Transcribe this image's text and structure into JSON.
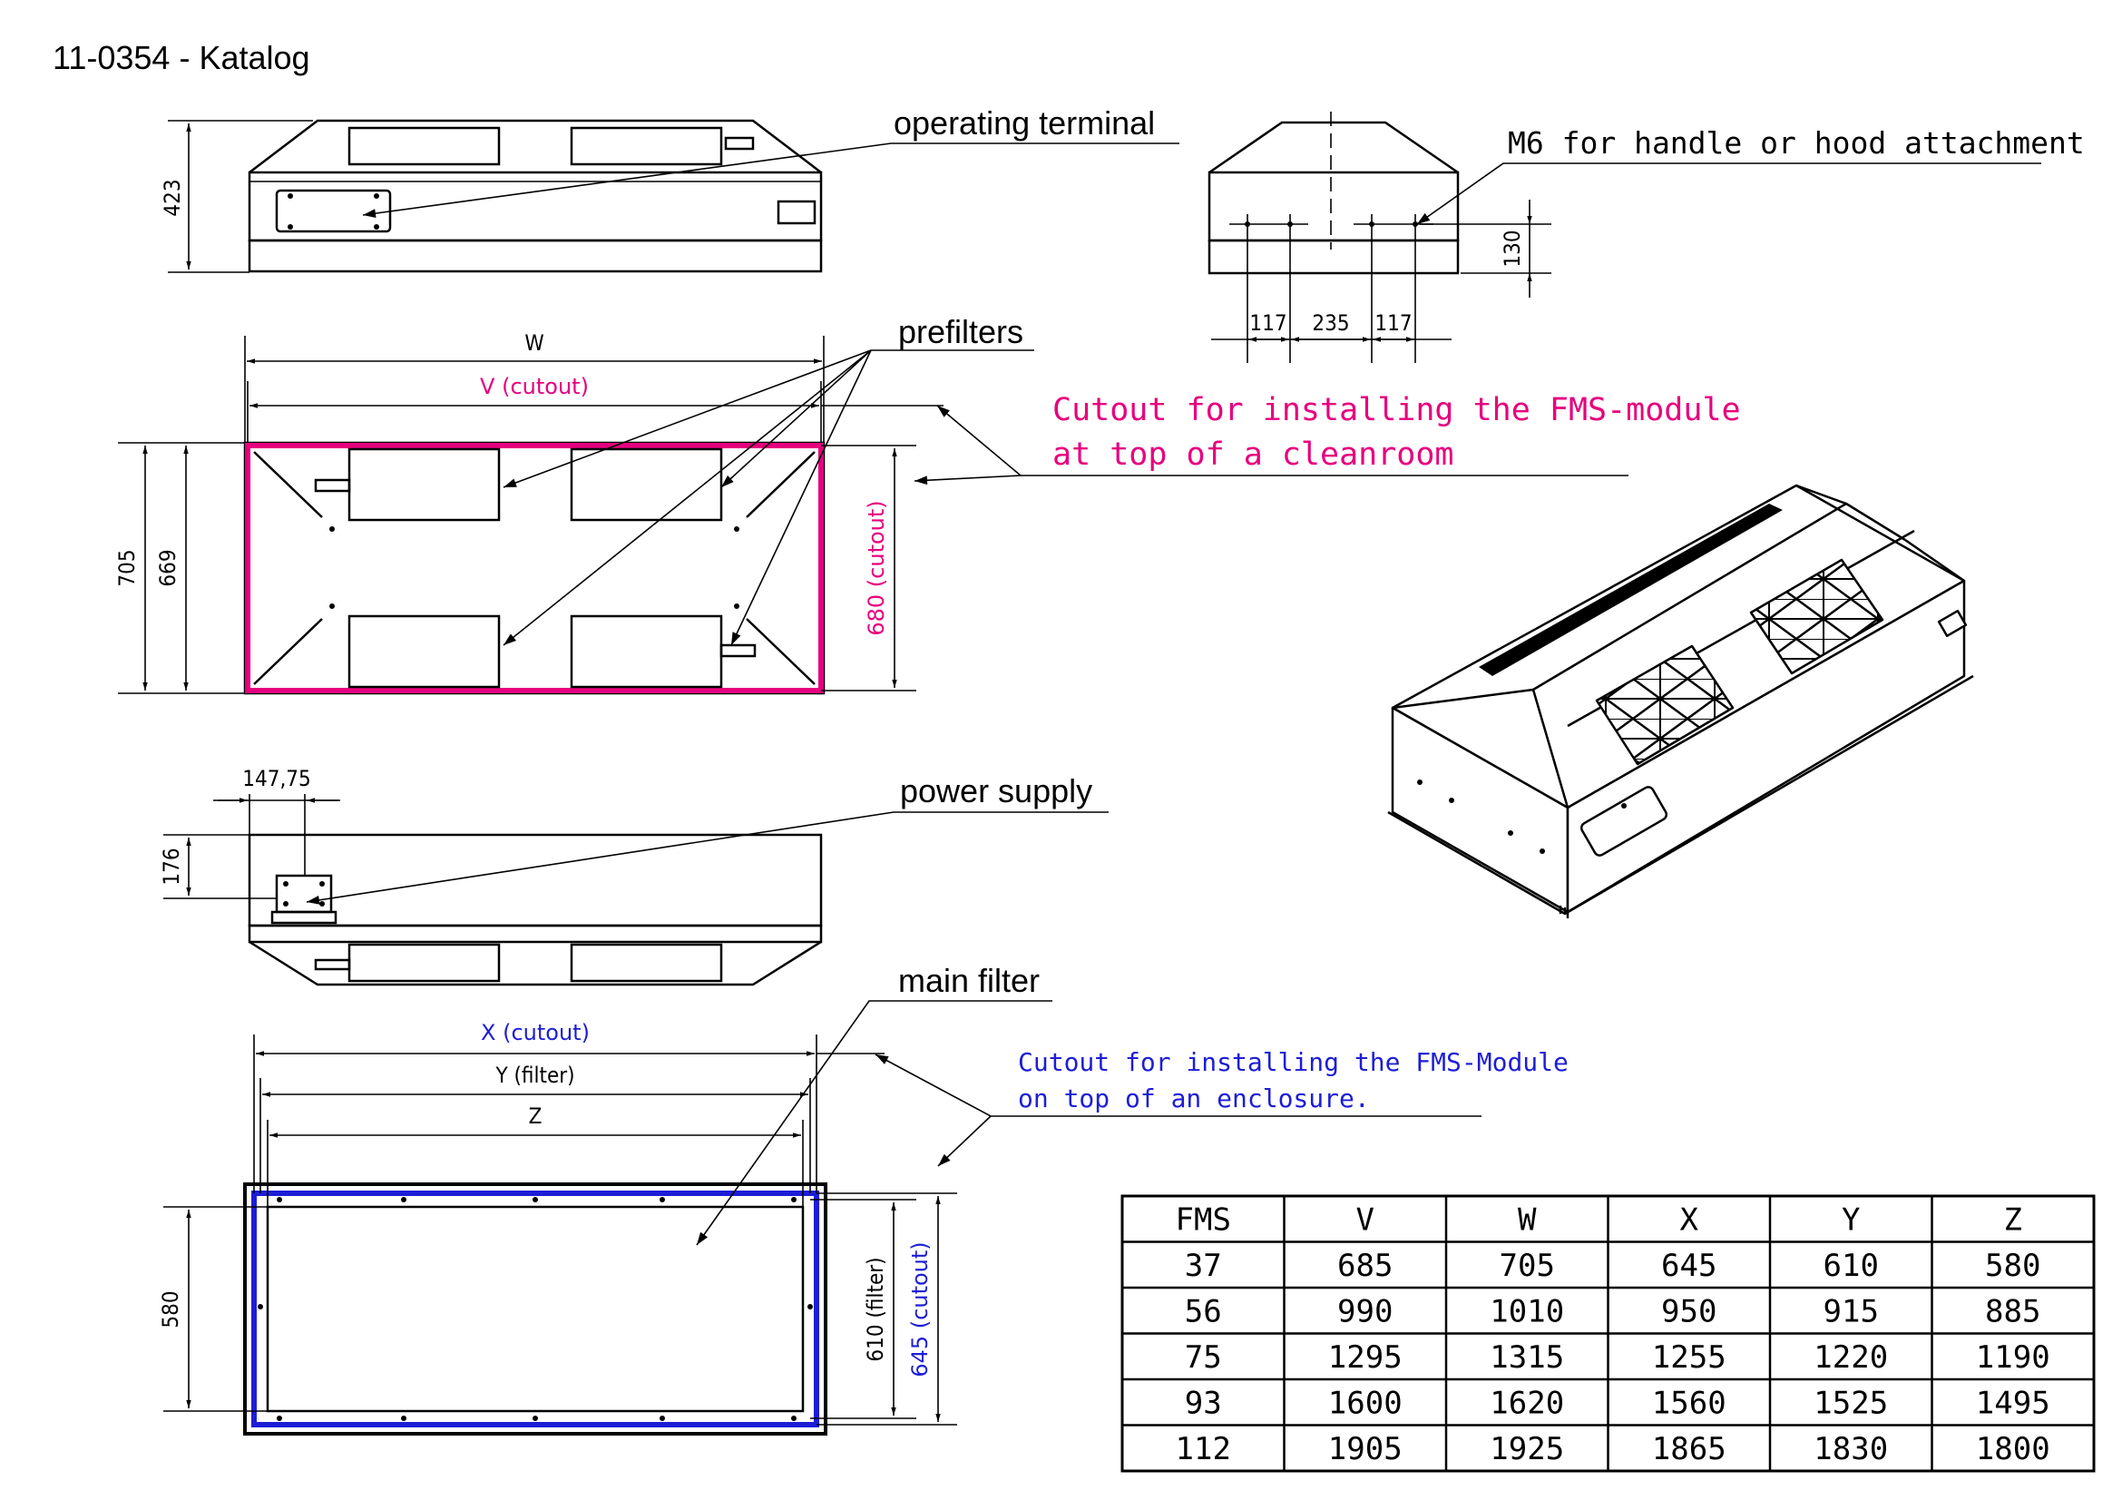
{
  "title": "11-0354 - Katalog",
  "labels": {
    "operating_terminal": "operating terminal",
    "prefilters": "prefilters",
    "power_supply": "power supply",
    "main_filter": "main filter",
    "m6_note": "M6 for handle or hood attachment"
  },
  "dimensions": {
    "front_height": "423",
    "side_height": "130",
    "side_spacing_a": "117",
    "side_spacing_b": "235",
    "side_spacing_c": "117",
    "top_width": "W",
    "top_cutout": "V (cutout)",
    "top_h_outer": "705",
    "top_h_inner": "669",
    "top_h_cutout": "680 (cutout)",
    "rear_offset": "147,75",
    "rear_height": "176",
    "bottom_cutout": "X (cutout)",
    "bottom_filter": "Y (filter)",
    "bottom_z": "Z",
    "bottom_h": "580",
    "bottom_h_filter": "610 (filter)",
    "bottom_h_cutout": "645 (cutout)"
  },
  "notes": {
    "cleanroom_line1": "Cutout for installing the FMS-module",
    "cleanroom_line2": "at top of a cleanroom",
    "enclosure_line1": "Cutout for installing the FMS-Module",
    "enclosure_line2": "on top of an enclosure."
  },
  "colors": {
    "cleanroom_cutout": "#e6007e",
    "enclosure_cutout": "#1d1dd6",
    "line": "#000000"
  },
  "table": {
    "headers": [
      "FMS",
      "V",
      "W",
      "X",
      "Y",
      "Z"
    ],
    "rows": [
      [
        "37",
        "685",
        "705",
        "645",
        "610",
        "580"
      ],
      [
        "56",
        "990",
        "1010",
        "950",
        "915",
        "885"
      ],
      [
        "75",
        "1295",
        "1315",
        "1255",
        "1220",
        "1190"
      ],
      [
        "93",
        "1600",
        "1620",
        "1560",
        "1525",
        "1495"
      ],
      [
        "112",
        "1905",
        "1925",
        "1865",
        "1830",
        "1800"
      ]
    ]
  }
}
